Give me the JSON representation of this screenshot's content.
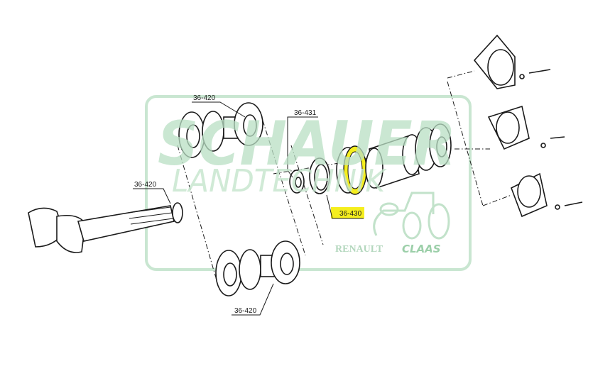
{
  "watermark": {
    "brand": "SCHAUER",
    "subtitle": "LANDTECHNIK",
    "partner_1": "RENAULT",
    "partner_2": "CLAAS"
  },
  "callouts": [
    {
      "label": "36-420",
      "highlighted": false
    },
    {
      "label": "36-431",
      "highlighted": false
    },
    {
      "label": "36-420",
      "highlighted": false
    },
    {
      "label": "36-430",
      "highlighted": true
    },
    {
      "label": "36-420",
      "highlighted": false
    }
  ],
  "colors": {
    "highlight": "#f5ee1e",
    "watermark_green": "#b9dfc4",
    "line": "#1a1a1a"
  }
}
